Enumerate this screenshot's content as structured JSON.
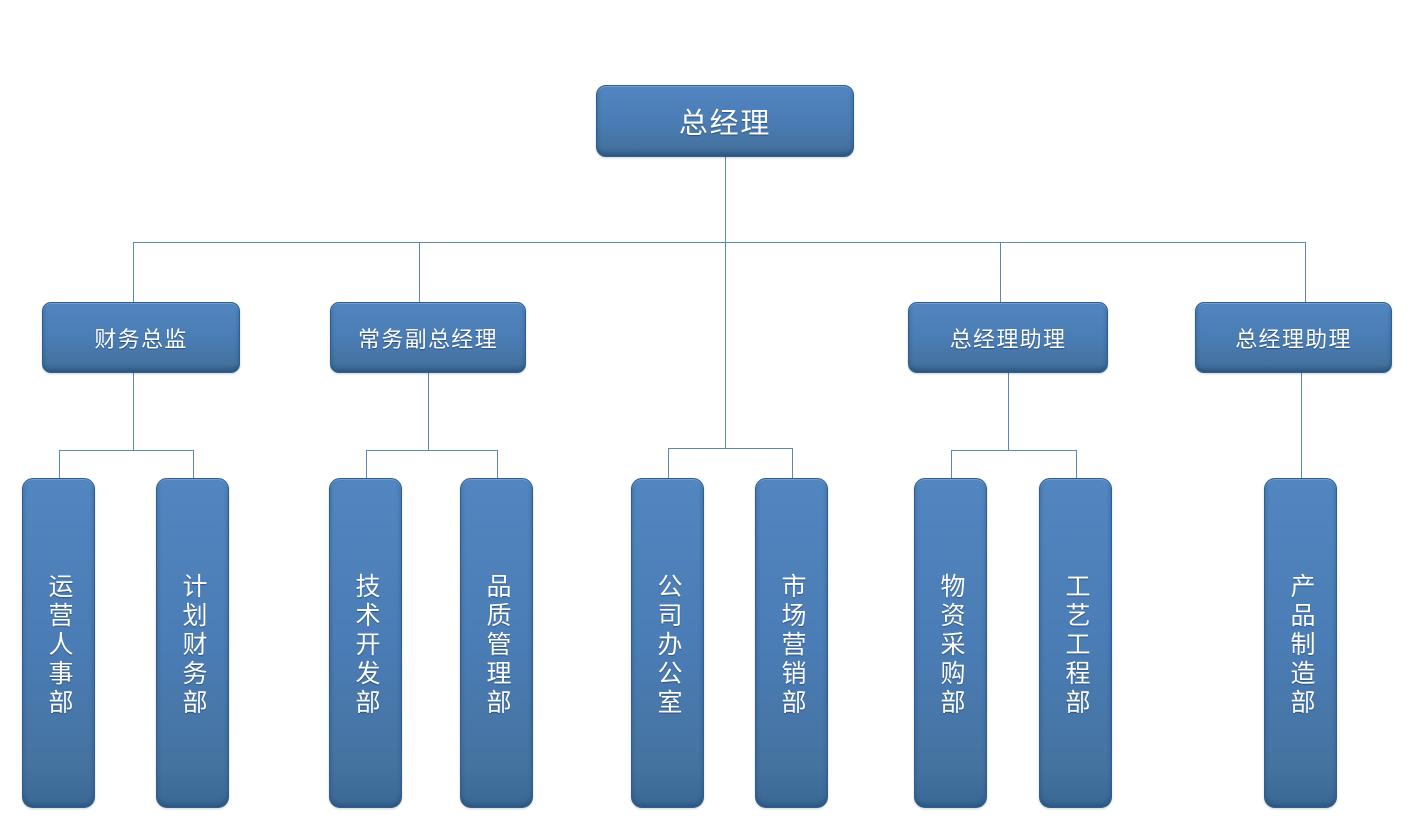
{
  "chart_data": {
    "type": "diagram",
    "diagram_type": "organization-chart",
    "title": "",
    "orientation": "top-down",
    "levels": 3,
    "colors": {
      "node_fill": "#4a7cb5",
      "node_fill_light": "#5286c0",
      "node_fill_dark": "#3a6896",
      "node_border": "#2d5f92",
      "connector": "#5b87b8",
      "node_text": "#ffffff",
      "background": "#ffffff"
    },
    "nodes": [
      {
        "id": "gm",
        "label": "总经理",
        "level": 1,
        "parent": null,
        "text_direction": "horizontal"
      },
      {
        "id": "cfo",
        "label": "财务总监",
        "level": 2,
        "parent": "gm",
        "text_direction": "horizontal"
      },
      {
        "id": "evp",
        "label": "常务副总经理",
        "level": 2,
        "parent": "gm",
        "text_direction": "horizontal"
      },
      {
        "id": "asst1",
        "label": "总经理助理",
        "level": 2,
        "parent": "gm",
        "text_direction": "horizontal"
      },
      {
        "id": "asst2",
        "label": "总经理助理",
        "level": 2,
        "parent": "gm",
        "text_direction": "horizontal"
      },
      {
        "id": "dept-hr",
        "label": "运营人事部",
        "level": 3,
        "parent": "cfo",
        "text_direction": "vertical"
      },
      {
        "id": "dept-fin",
        "label": "计划财务部",
        "level": 3,
        "parent": "cfo",
        "text_direction": "vertical"
      },
      {
        "id": "dept-rd",
        "label": "技术开发部",
        "level": 3,
        "parent": "evp",
        "text_direction": "vertical"
      },
      {
        "id": "dept-qa",
        "label": "品质管理部",
        "level": 3,
        "parent": "evp",
        "text_direction": "vertical"
      },
      {
        "id": "dept-off",
        "label": "公司办公室",
        "level": 3,
        "parent": "gm",
        "text_direction": "vertical"
      },
      {
        "id": "dept-mkt",
        "label": "市场营销部",
        "level": 3,
        "parent": "gm",
        "text_direction": "vertical"
      },
      {
        "id": "dept-proc",
        "label": "物资采购部",
        "level": 3,
        "parent": "asst1",
        "text_direction": "vertical"
      },
      {
        "id": "dept-eng",
        "label": "工艺工程部",
        "level": 3,
        "parent": "asst1",
        "text_direction": "vertical"
      },
      {
        "id": "dept-mfg",
        "label": "产品制造部",
        "level": 3,
        "parent": "asst2",
        "text_direction": "vertical"
      }
    ]
  },
  "chart": {
    "root": {
      "label": "总经理"
    },
    "managers": [
      {
        "label": "财务总监"
      },
      {
        "label": "常务副总经理"
      },
      {
        "label": "总经理助理"
      },
      {
        "label": "总经理助理"
      }
    ],
    "departments": [
      {
        "label": "运营人事部"
      },
      {
        "label": "计划财务部"
      },
      {
        "label": "技术开发部"
      },
      {
        "label": "品质管理部"
      },
      {
        "label": "公司办公室"
      },
      {
        "label": "市场营销部"
      },
      {
        "label": "物资采购部"
      },
      {
        "label": "工艺工程部"
      },
      {
        "label": "产品制造部"
      }
    ]
  }
}
